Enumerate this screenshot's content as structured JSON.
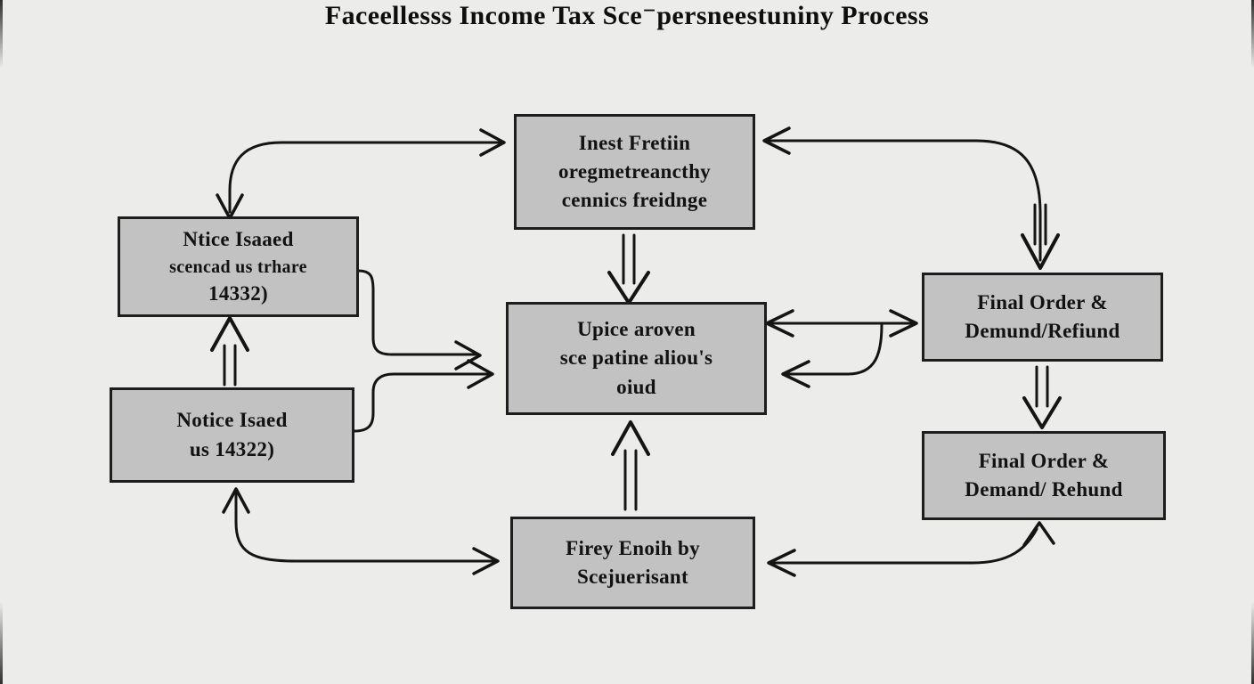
{
  "title": "Faceellesss Income Tax Sce⁻persneestuniny Process",
  "colors": {
    "background": "#ececeb",
    "box_fill": "#c2c2c2",
    "box_border": "#1d1d1d",
    "line": "#141414",
    "text": "#121212"
  },
  "icons": {
    "block_arrow_down": "⇩",
    "block_arrow_up": "⇧",
    "chevron_arrow": "→"
  },
  "boxes": {
    "assessment": {
      "lines": [
        "Inest Fretiin",
        "oregmetreancthy",
        "cennics freidnge"
      ]
    },
    "notice_upper": {
      "lines": [
        "Ntice Isaaed",
        "scencad us trhare",
        "14332)"
      ]
    },
    "notice_lower": {
      "lines": [
        "Notice Isaed",
        "us 14322)"
      ]
    },
    "center": {
      "lines": [
        "Upice aroven",
        "sce patine aliou's",
        "oiud"
      ]
    },
    "final_upper": {
      "lines": [
        "Final Order &",
        "Demund/Refiund"
      ]
    },
    "final_lower": {
      "lines": [
        "Final Order &",
        "Demand/ Rehund"
      ]
    },
    "review": {
      "lines": [
        "Firey Enoih by",
        "Scejuerisant"
      ]
    }
  }
}
